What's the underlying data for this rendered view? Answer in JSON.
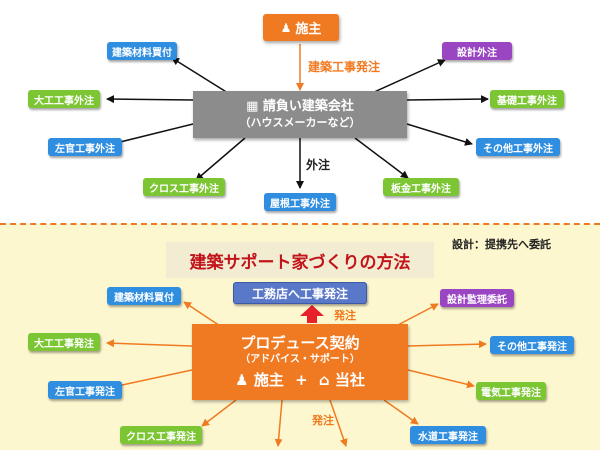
{
  "top": {
    "owner_label": "施主",
    "order_label": "建築工事発注",
    "company_line1": "請負い建築会社",
    "company_line2": "（ハウスメーカーなど）",
    "outsource_label": "外注",
    "left_items": [
      "建築材料買付",
      "大工工事外注",
      "左官工事外注",
      "クロス工事外注"
    ],
    "right_items": [
      "設計外注",
      "基礎工事外注",
      "その他工事外注",
      "板金工事外注"
    ],
    "bottom_item": "屋根工事外注"
  },
  "bottom": {
    "title": "建築サポート家づくりの方法",
    "design_note": "設計：提携先へ委託",
    "contractor_order": "工務店へ工事発注",
    "order_label": "発注",
    "produce_title": "プロデュース契約",
    "produce_sub": "（アドバイス・サポート）",
    "party_owner": "施主",
    "party_plus": "+",
    "party_us": "当社",
    "left_items": [
      "建築材料買付",
      "大工工事発注",
      "左官工事発注",
      "クロス工事発注"
    ],
    "right_items": [
      "設計監理委託",
      "その他工事発注",
      "電気工事発注",
      "水道工事発注"
    ],
    "bottom_label": "発注"
  },
  "colors": {
    "blue_chip": "#2f8ee0",
    "green_chip": "#7cc634",
    "purple_chip": "#9a45c2",
    "orange": "#f07a22",
    "grey_box": "#8c8c8c",
    "title_red": "#c2141a",
    "order_blue": "#5a78c8",
    "bottom_background": "#fdf7cf"
  }
}
